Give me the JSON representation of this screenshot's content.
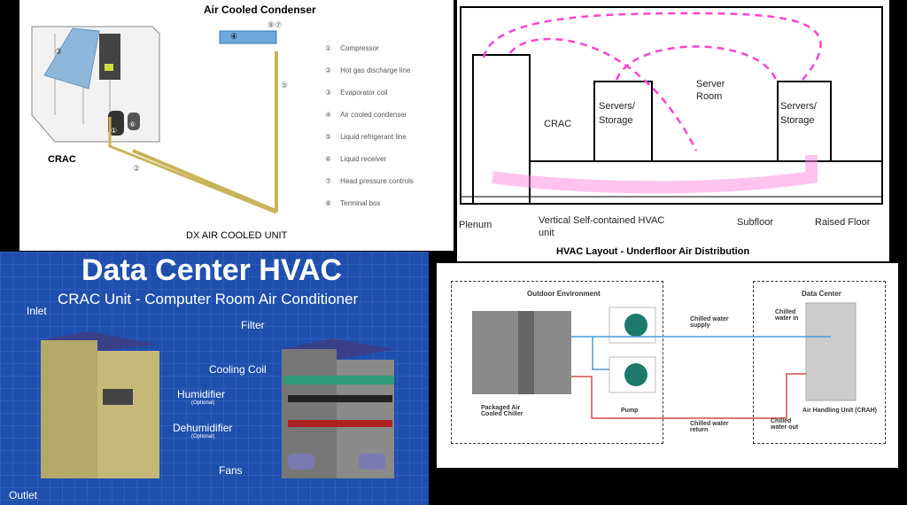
{
  "dx_panel": {
    "title": "Air Cooled Condenser",
    "crac_label": "CRAC",
    "caption": "DX AIR COOLED UNIT",
    "legend": [
      {
        "num": "①",
        "label": "Compressor"
      },
      {
        "num": "②",
        "label": "Hot gas discharge line"
      },
      {
        "num": "③",
        "label": "Evaporator coil"
      },
      {
        "num": "④",
        "label": "Air cooled condenser"
      },
      {
        "num": "⑤",
        "label": "Liquid refrigerant line"
      },
      {
        "num": "⑥",
        "label": "Liquid receiver"
      },
      {
        "num": "⑦",
        "label": "Head pressure controls"
      },
      {
        "num": "⑧",
        "label": "Terminal box"
      }
    ],
    "markers": {
      "m2": "②",
      "m3": "③",
      "m4": "④",
      "m5": "⑤",
      "m87": "⑧⑦",
      "m1": "①",
      "m6": "⑥"
    }
  },
  "underfloor_panel": {
    "servers_left": "Servers/ Storage",
    "servers_right": "Servers/ Storage",
    "server_room": "Server Room",
    "crac": "CRAC",
    "plenum": "Plenum",
    "hvac_unit": "Vertical Self-contained HVAC unit",
    "subfloor": "Subfloor",
    "raised_floor": "Raised Floor",
    "caption": "HVAC Layout - Underfloor Air Distribution",
    "airflow_color": "#ff44cc"
  },
  "crac_unit_panel": {
    "title": "Data Center HVAC",
    "subtitle": "CRAC Unit - Computer Room Air Conditioner",
    "inlet": "Inlet",
    "outlet": "Outlet",
    "filter": "Filter",
    "cooling_coil": "Cooling Coil",
    "humidifier": "Humidifier",
    "humidifier_opt": "(Optional)",
    "dehumidifier": "Dehumidifier",
    "dehumidifier_opt": "(Optional)",
    "fans": "Fans"
  },
  "chilled_panel": {
    "outdoor": "Outdoor Environment",
    "data_center": "Data Center",
    "chiller": "Packaged Air Cooled Chiller",
    "pump": "Pump",
    "supply": "Chilled water supply",
    "return": "Chilled water return",
    "water_in": "Chilled water in",
    "water_out": "Chilled water out",
    "ahu": "Air Handling Unit (CRAH)",
    "supply_color": "#4a9ad8",
    "return_color": "#d84a4a"
  }
}
